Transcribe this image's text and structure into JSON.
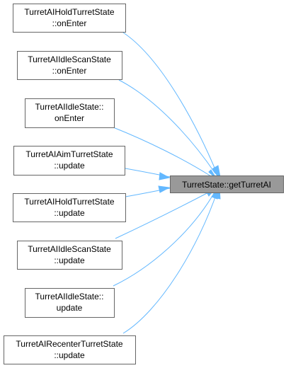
{
  "graph": {
    "target": {
      "label": "TurretState::getTurretAI"
    },
    "callers": [
      {
        "line1": "TurretAIHoldTurretState",
        "line2": "::onEnter"
      },
      {
        "line1": "TurretAIIdleScanState",
        "line2": "::onEnter"
      },
      {
        "line1": "TurretAIIdleState::",
        "line2": "onEnter"
      },
      {
        "line1": "TurretAIAimTurretState",
        "line2": "::update"
      },
      {
        "line1": "TurretAIHoldTurretState",
        "line2": "::update"
      },
      {
        "line1": "TurretAIIdleScanState",
        "line2": "::update"
      },
      {
        "line1": "TurretAIIdleState::",
        "line2": "update"
      },
      {
        "line1": "TurretAIRecenterTurretState",
        "line2": "::update"
      }
    ],
    "colors": {
      "edge": "#63b8ff",
      "target_fill": "#999999",
      "node_border": "#666666"
    }
  }
}
